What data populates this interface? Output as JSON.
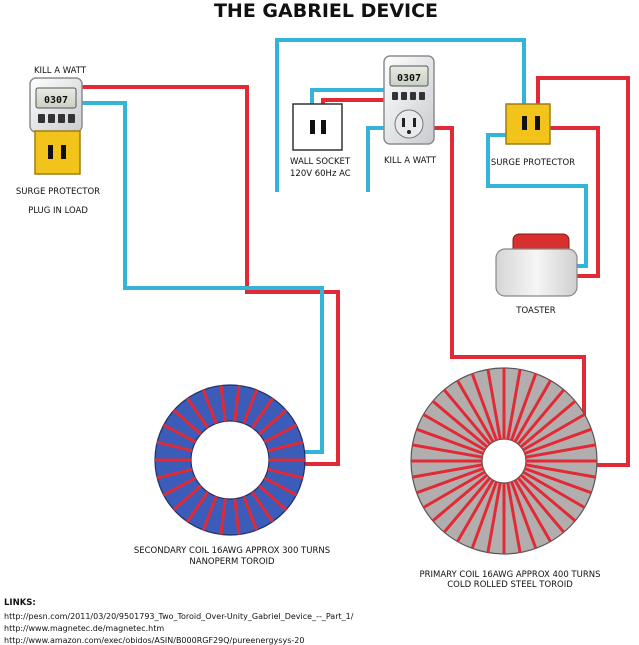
{
  "title": "THE GABRIEL DEVICE",
  "labels": {
    "kill_a_watt_left": "KILL A WATT",
    "surge_protector_left": "SURGE PROTECTOR",
    "plug_in_load": "PLUG IN LOAD",
    "wall_socket_line1": "WALL SOCKET",
    "wall_socket_line2": "120V 60Hz AC",
    "kill_a_watt_center": "KILL A WATT",
    "surge_protector_right": "SURGE PROTECTOR",
    "toaster": "TOASTER",
    "secondary_line1": "SECONDARY COIL 16AWG APPROX 300 TURNS",
    "secondary_line2": "NANOPERM TOROID",
    "primary_line1": "PRIMARY COIL 16AWG APPROX 400 TURNS",
    "primary_line2": "COLD ROLLED STEEL TOROID"
  },
  "meter_display": "0307",
  "links": {
    "heading": "LINKS:",
    "urls": [
      "http://pesn.com/2011/03/20/9501793_Two_Toroid_Over-Unity_Gabriel_Device_--_Part_1/",
      "http://www.magnetec.de/magnetec.htm",
      "http://www.amazon.com/exec/obidos/ASIN/B000RGF29Q/pureenergysys-20"
    ]
  },
  "colors": {
    "wire_red": "#e12a35",
    "wire_blue": "#34b4d6",
    "secondary_core": "#3b5cb8",
    "primary_core": "#b3aeae",
    "surge_yellow": "#f2c31a",
    "toaster_button": "#d82f2f"
  },
  "coils": {
    "secondary_turns": 26,
    "primary_turns": 36
  }
}
